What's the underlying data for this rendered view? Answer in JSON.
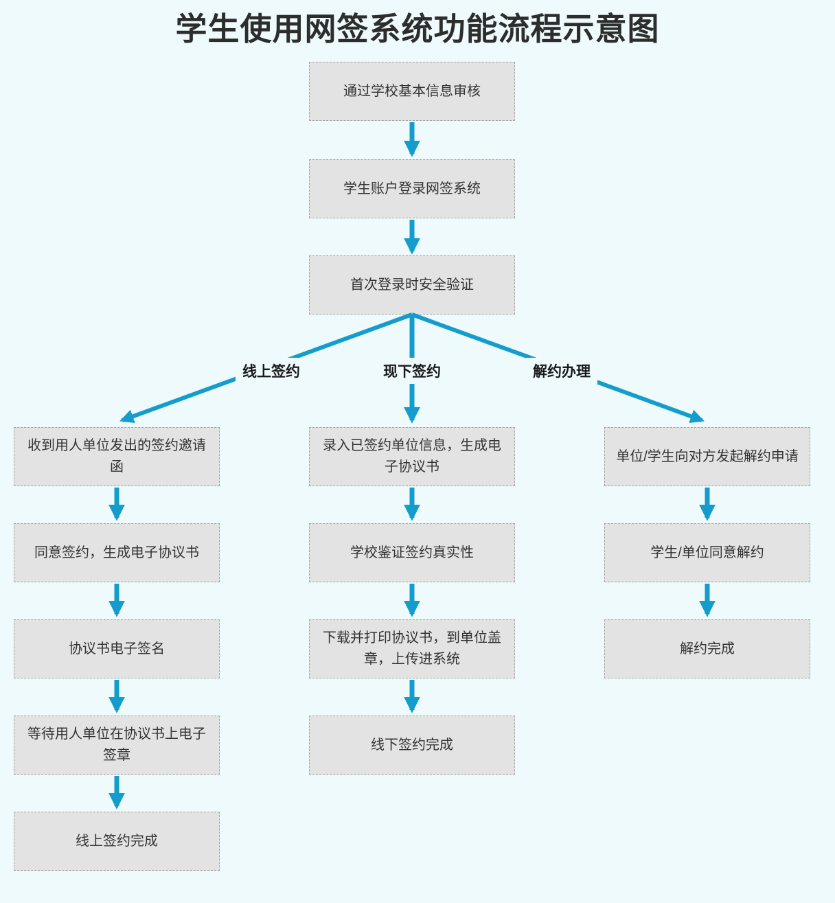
{
  "title": "学生使用网签系统功能流程示意图",
  "colors": {
    "bg": "#eefafc",
    "box_fill": "#e3e3e3",
    "box_border": "#a2a2a2",
    "arrow": "#149ccc",
    "text": "#333333",
    "title_text": "#2d2d2d"
  },
  "flow": {
    "top_steps": [
      "通过学校基本信息审核",
      "学生账户登录网签系统",
      "首次登录时安全验证"
    ],
    "branches": [
      {
        "label": "线上签约",
        "steps": [
          "收到用人单位发出的签约邀请函",
          "同意签约，生成电子协议书",
          "协议书电子签名",
          "等待用人单位在协议书上电子签章",
          "线上签约完成"
        ]
      },
      {
        "label": "现下签约",
        "steps": [
          "录入已签约单位信息，生成电子协议书",
          "学校鉴证签约真实性",
          "下载并打印协议书，到单位盖章，上传进系统",
          "线下签约完成"
        ]
      },
      {
        "label": "解约办理",
        "steps": [
          "单位/学生向对方发起解约申请",
          "学生/单位同意解约",
          "解约完成"
        ]
      }
    ]
  }
}
